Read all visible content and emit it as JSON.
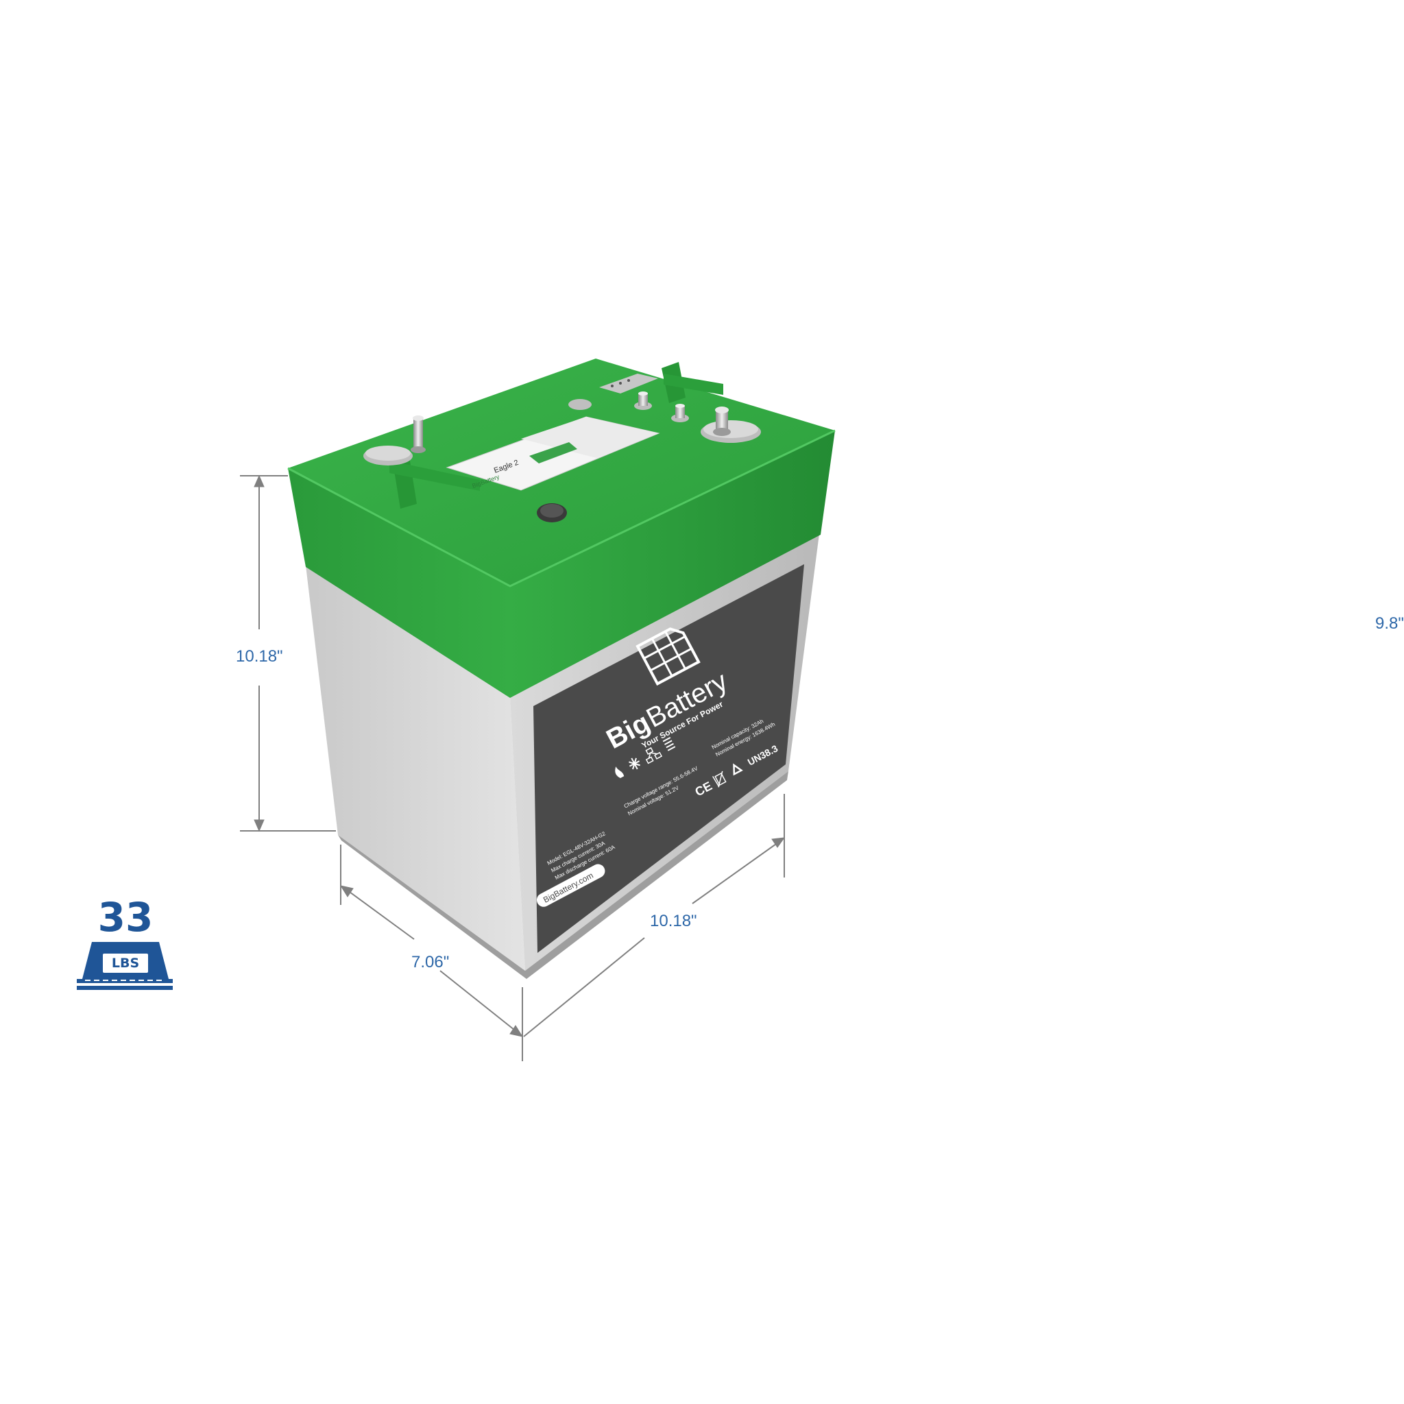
{
  "dimensions": {
    "height_label": "10.18\"",
    "width_label": "10.18\"",
    "depth_label": "7.06\"",
    "edge_label": "9.8\""
  },
  "weight": {
    "value": "33",
    "unit": "LBS"
  },
  "colors": {
    "lid_green": "#2fa540",
    "body_gray": "#d4d4d4",
    "label_dark": "#4a4a4a",
    "dimension_blue": "#2d67a8",
    "weight_blue": "#1f5597"
  },
  "product": {
    "brand_part1": "Big",
    "brand_part2": "Battery",
    "tagline": "Your Source For Power",
    "website": "BigBattery.com",
    "model_line": "Model: EGL-48V-32AH-G2",
    "charge_current_line": "Max charge current: 30A",
    "discharge_current_line": "Max discharge current: 60A",
    "charge_voltage_line": "Charge voltage range: 55.6-58.4V",
    "nominal_voltage_line": "Nominal voltage: 51.2V",
    "capacity_line": "Nominal capacity: 32Ah",
    "energy_line": "Nominal energy: 1638.4Wh",
    "cert_mark": "UN38.3",
    "ce_mark": "CE"
  },
  "top_sticker": {
    "brand": "BigBattery",
    "model_name": "Eagle 2"
  },
  "icons": [
    "balance-scale-icon",
    "battery-logo-icon",
    "snowflake-icon",
    "network-icon",
    "stack-icon",
    "recycle-icon",
    "bin-icon"
  ]
}
